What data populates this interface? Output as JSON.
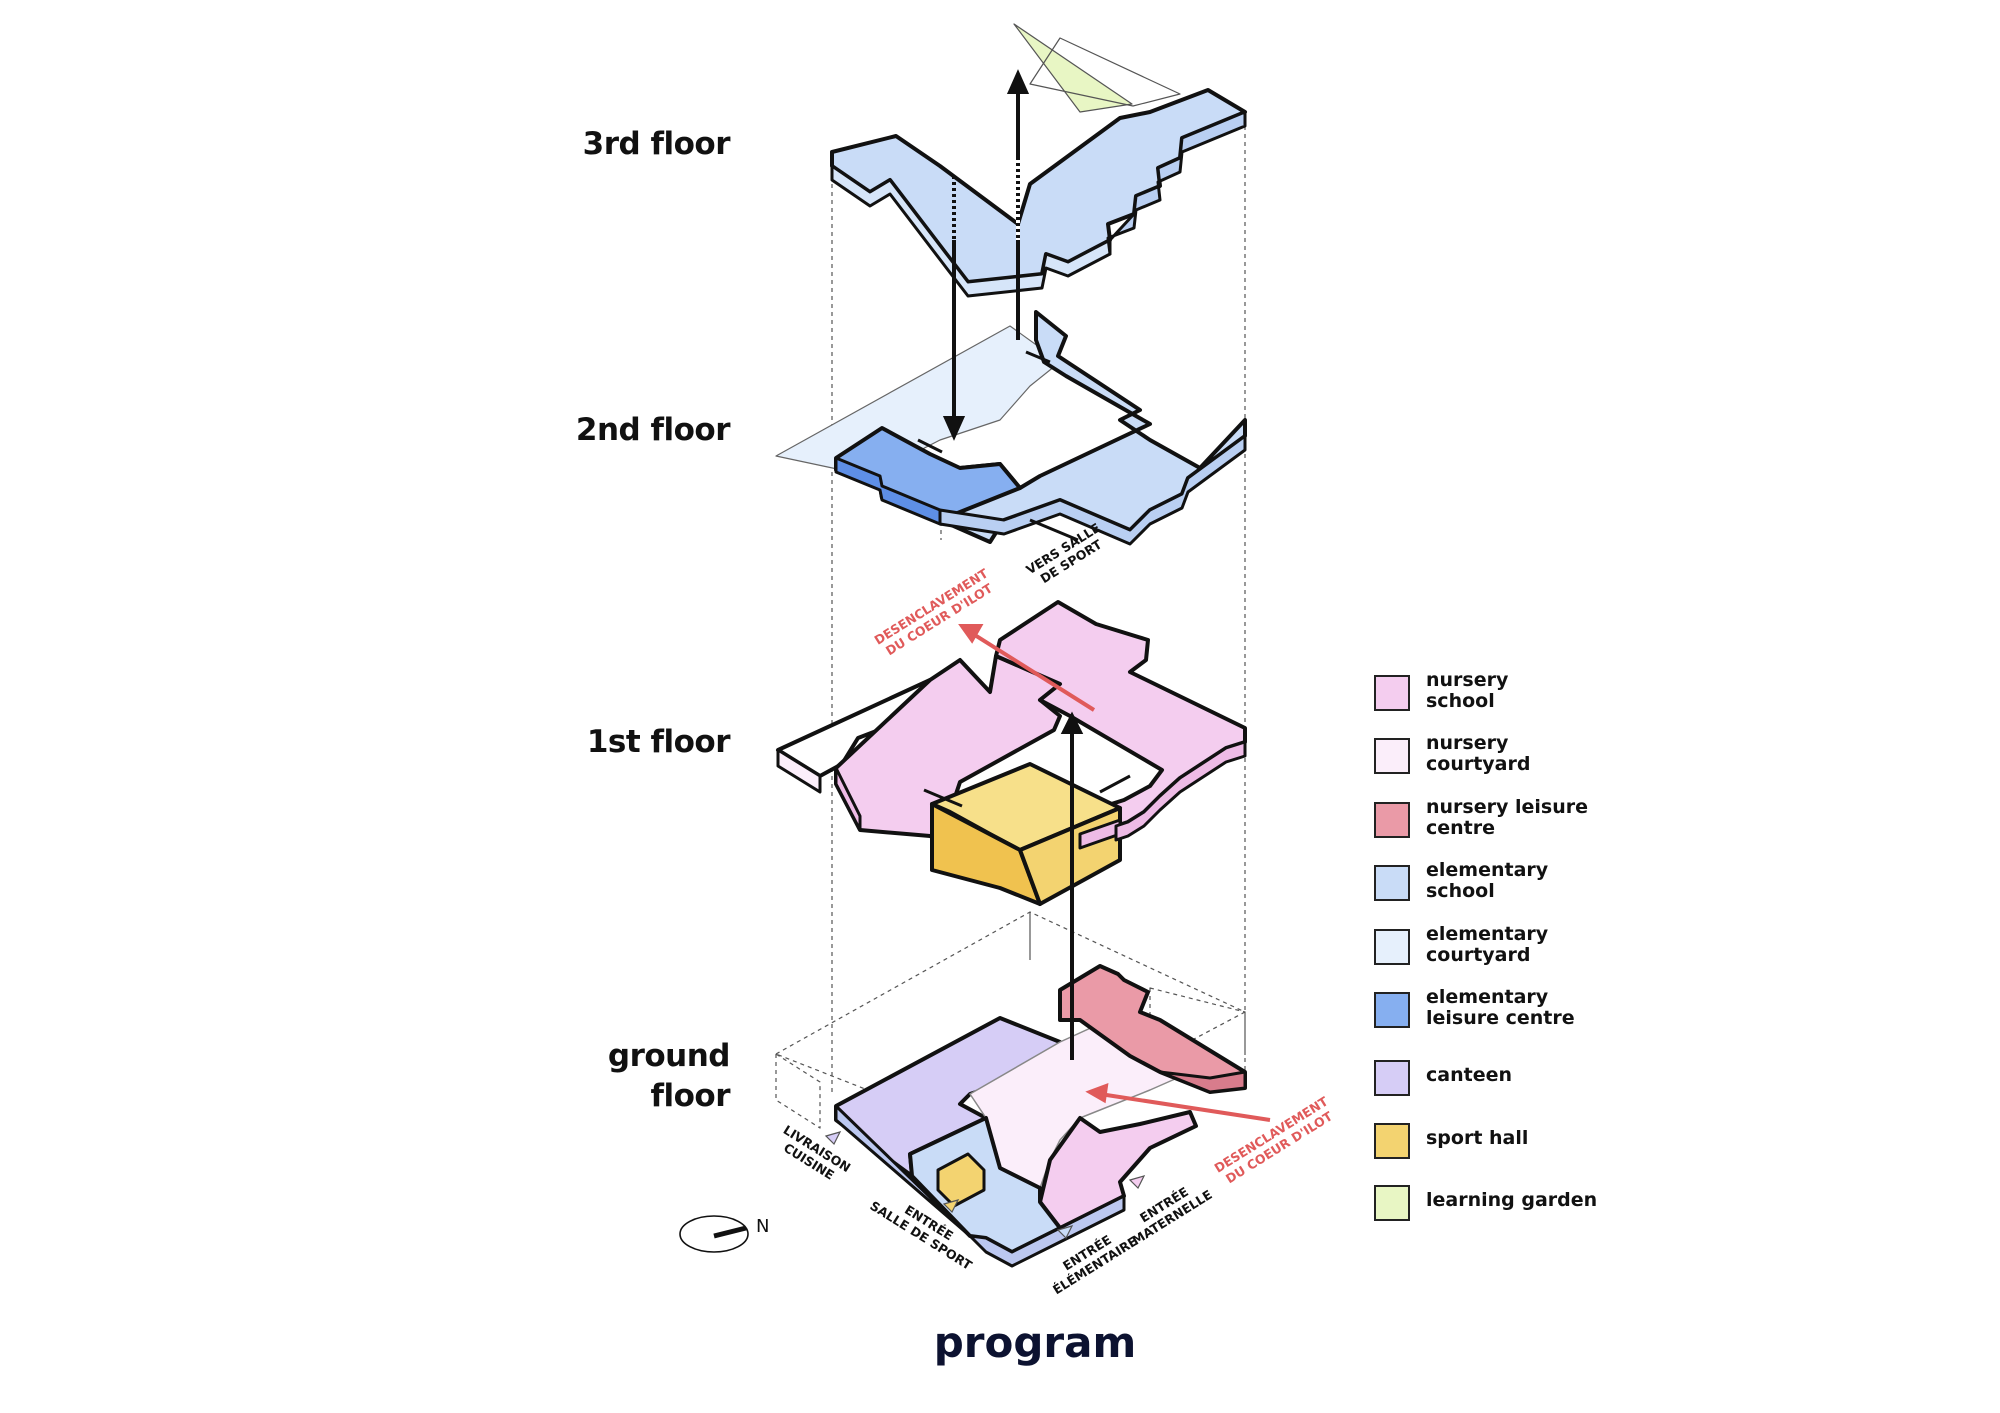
{
  "title": "program",
  "floors": {
    "third": "3rd floor",
    "second": "2nd floor",
    "first": "1st floor",
    "ground": "ground\nfloor"
  },
  "legend": [
    {
      "label": "nursery\nschool",
      "color": "#f4cdef"
    },
    {
      "label": "nursery\ncourtyard",
      "color": "#fbeefa"
    },
    {
      "label": "nursery leisure\ncentre",
      "color": "#ea9aa7"
    },
    {
      "label": "elementary\nschool",
      "color": "#c9dcf7"
    },
    {
      "label": "elementary\ncourtyard",
      "color": "#e6f0fc"
    },
    {
      "label": "elementary\nleisure centre",
      "color": "#86aff0"
    },
    {
      "label": "canteen",
      "color": "#d6cdf6"
    },
    {
      "label": "sport hall",
      "color": "#f3d370"
    },
    {
      "label": "learning garden",
      "color": "#e8f6c4"
    }
  ],
  "annotations": {
    "vers_salle": "VERS SALLE\nDE SPORT",
    "desenclavement_top": "DESENCLAVEMENT\nDU COEUR D'ILOT",
    "desenclavement_bottom": "DESENCLAVEMENT\nDU COEUR D'ILOT",
    "livraison": "LIVRAISON\nCUISINE",
    "entree_sport": "ENTRÉE\nSALLE DE SPORT",
    "entree_elementaire": "ENTRÉE\nÉLÉMENTAIRE",
    "entree_maternelle": "ENTRÉE\nMATERNELLE"
  },
  "compass": {
    "label": "N"
  },
  "colors": {
    "accent_red": "#e05a5a",
    "outline": "#111111"
  }
}
